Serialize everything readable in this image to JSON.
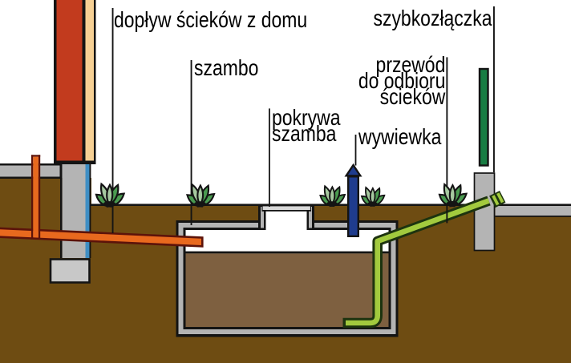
{
  "labels": {
    "doplyw": {
      "text": "dopływ ścieków z domu"
    },
    "szambo": {
      "text": "szambo"
    },
    "pokrywa": {
      "line1": "pokrywa",
      "line2": "szamba"
    },
    "wywiewka": {
      "text": "wywiewka"
    },
    "przewod": {
      "line1": "przewód",
      "line2": "do odbioru",
      "line3": "ścieków"
    },
    "szybkozlaczka": {
      "text": "szybkozłączka"
    }
  },
  "colors": {
    "sky": "#ffffff",
    "text": "#000000",
    "outline": "#141414",
    "ground": "#6e4c12",
    "sewage": "#7e6040",
    "concrete": "#b4b4b4",
    "concrete_light": "#c8c8c8",
    "cover_gray": "#d8d8d8",
    "wall_brick": "#c23b1e",
    "wall_plaster": "#f6d094",
    "insulation_blue": "#3e8ec4",
    "pipe_orange": "#e8691e",
    "pipe_outline": "#5c130a",
    "vent_navy": "#1f3c8e",
    "standpipe_green": "#187d43",
    "hose_green": "#a2ca3e",
    "hose_outline": "#1d330f",
    "grass_green": "#4a9b50",
    "grass_light": "#a6c9a0",
    "interior_white": "#ffffff"
  }
}
